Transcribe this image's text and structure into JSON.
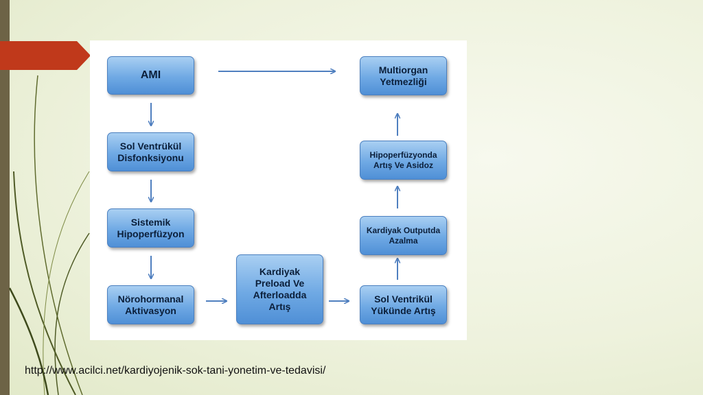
{
  "slide": {
    "source_url": "http://www.acilci.net/kardiyojenik-sok-tani-yonetim-ve-tedavisi/"
  },
  "colors": {
    "accent": "#c0391b",
    "left_bar": "#6d6346",
    "box_fill": "#6fa9e4",
    "arrow": "#4f7fbf"
  },
  "diagram": {
    "boxes": {
      "ami": "AMI",
      "sol_ventrukul": "Sol Ventrükül Disfonksiyonu",
      "sistemik": "Sistemik Hipoperfüzyon",
      "norohormanal": "Nörohormanal Aktivasyon",
      "kardiyak_preload": "Kardiyak Preload Ve Afterloadda Artış",
      "sol_ventrikul_yuk": "Sol Ventrikül Yükünde Artış",
      "kardiyak_output": "Kardiyak Outputda Azalma",
      "hipoperfuzyon_asidoz": "Hipoperfüzyonda Artış Ve Asidoz",
      "multiorgan": "Multiorgan Yetmezliği"
    }
  }
}
